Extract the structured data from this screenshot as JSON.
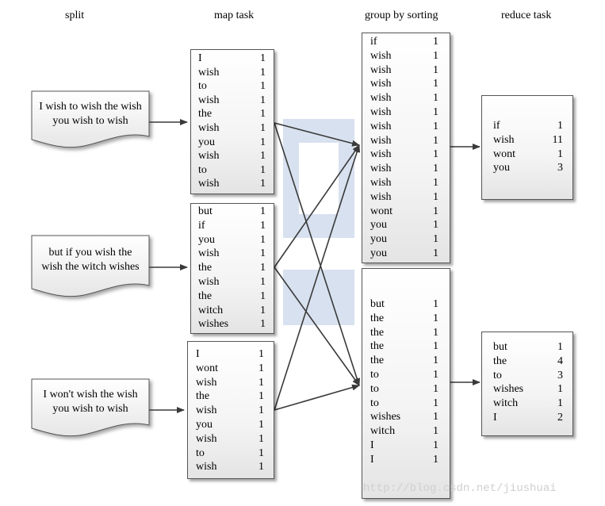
{
  "headers": {
    "split": "split",
    "map": "map task",
    "group": "group by sorting",
    "reduce": "reduce task"
  },
  "documents": [
    {
      "lines": [
        "I wish to wish the wish",
        "you wish to wish"
      ]
    },
    {
      "lines": [
        "but if you wish the",
        "wish the witch wishes"
      ]
    },
    {
      "lines": [
        "I won't wish the wish",
        "you wish to wish"
      ]
    }
  ],
  "map_tasks": [
    {
      "rows": [
        [
          "I",
          "1"
        ],
        [
          "wish",
          "1"
        ],
        [
          "to",
          "1"
        ],
        [
          "wish",
          "1"
        ],
        [
          "the",
          "1"
        ],
        [
          "wish",
          "1"
        ],
        [
          "you",
          "1"
        ],
        [
          "wish",
          "1"
        ],
        [
          "to",
          "1"
        ],
        [
          "wish",
          "1"
        ]
      ]
    },
    {
      "rows": [
        [
          "but",
          "1"
        ],
        [
          "if",
          "1"
        ],
        [
          "you",
          "1"
        ],
        [
          "wish",
          "1"
        ],
        [
          "the",
          "1"
        ],
        [
          "wish",
          "1"
        ],
        [
          "the",
          "1"
        ],
        [
          "witch",
          "1"
        ],
        [
          "wishes",
          "1"
        ]
      ]
    },
    {
      "rows": [
        [
          "I",
          "1"
        ],
        [
          "wont",
          "1"
        ],
        [
          "wish",
          "1"
        ],
        [
          "the",
          "1"
        ],
        [
          "wish",
          "1"
        ],
        [
          "you",
          "1"
        ],
        [
          "wish",
          "1"
        ],
        [
          "to",
          "1"
        ],
        [
          "wish",
          "1"
        ]
      ]
    }
  ],
  "groups": [
    {
      "rows": [
        [
          "if",
          "1"
        ],
        [
          "wish",
          "1"
        ],
        [
          "wish",
          "1"
        ],
        [
          "wish",
          "1"
        ],
        [
          "wish",
          "1"
        ],
        [
          "wish",
          "1"
        ],
        [
          "wish",
          "1"
        ],
        [
          "wish",
          "1"
        ],
        [
          "wish",
          "1"
        ],
        [
          "wish",
          "1"
        ],
        [
          "wish",
          "1"
        ],
        [
          "wish",
          "1"
        ],
        [
          "wont",
          "1"
        ],
        [
          "you",
          "1"
        ],
        [
          "you",
          "1"
        ],
        [
          "you",
          "1"
        ]
      ]
    },
    {
      "rows": [
        [
          "but",
          "1"
        ],
        [
          "the",
          "1"
        ],
        [
          "the",
          "1"
        ],
        [
          "the",
          "1"
        ],
        [
          "the",
          "1"
        ],
        [
          "to",
          "1"
        ],
        [
          "to",
          "1"
        ],
        [
          "to",
          "1"
        ],
        [
          "wishes",
          "1"
        ],
        [
          "witch",
          "1"
        ],
        [
          "I",
          "1"
        ],
        [
          "I",
          "1"
        ]
      ]
    }
  ],
  "reduces": [
    {
      "rows": [
        [
          "if",
          "1"
        ],
        [
          "wish",
          "11"
        ],
        [
          "wont",
          "1"
        ],
        [
          "you",
          "3"
        ]
      ]
    },
    {
      "rows": [
        [
          "but",
          "1"
        ],
        [
          "the",
          "4"
        ],
        [
          "to",
          "3"
        ],
        [
          "wishes",
          "1"
        ],
        [
          "witch",
          "1"
        ],
        [
          "I",
          "2"
        ]
      ]
    }
  ],
  "watermark": "http://blog.csdn.net/jiushuai",
  "colors": {
    "arrow": "#3a3a3a",
    "border": "#555555"
  }
}
